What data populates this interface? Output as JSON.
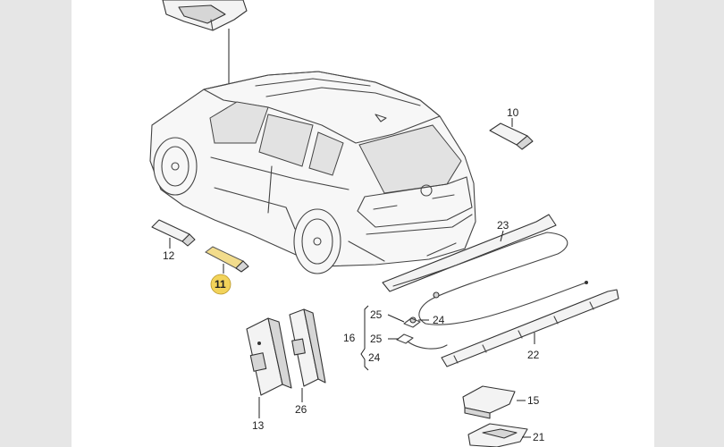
{
  "diagram": {
    "highlight_color": "#f2d35a",
    "labels": {
      "p10": "10",
      "p11": "11",
      "p12": "12",
      "p13": "13",
      "p15": "15",
      "p16": "16",
      "p21": "21",
      "p22": "22",
      "p23": "23",
      "p24a": "24",
      "p24b": "24",
      "p25a": "25",
      "p25b": "25",
      "p26": "26"
    }
  }
}
